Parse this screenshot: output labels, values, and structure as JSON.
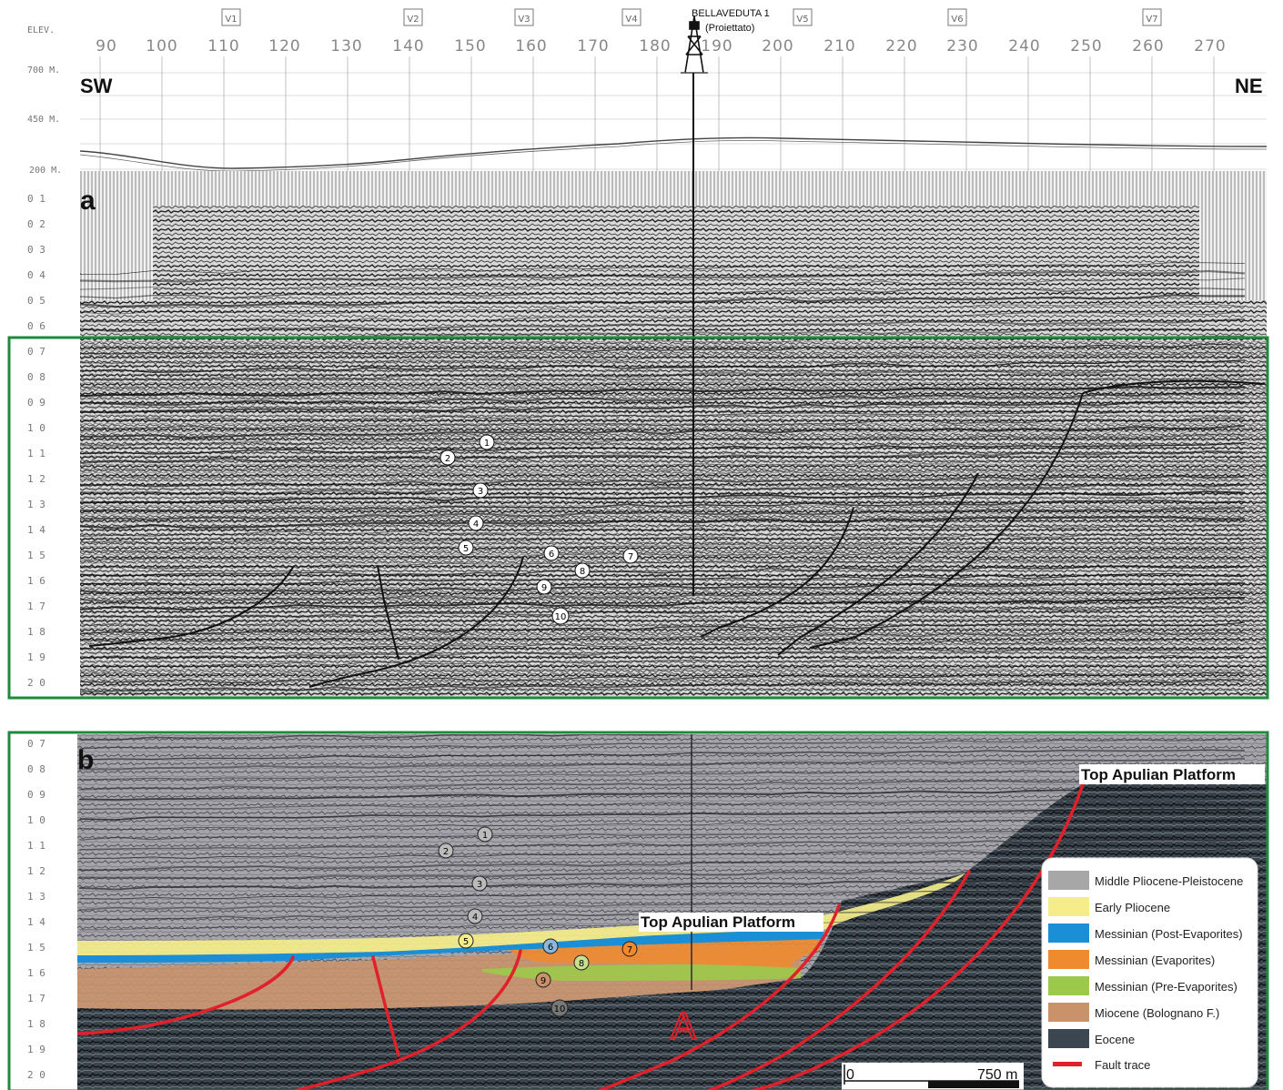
{
  "header": {
    "elev_label": "ELEV.",
    "elevations": [
      "700 M.",
      "450 M.",
      "200 M."
    ],
    "cdp_ticks": [
      "90",
      "100",
      "110",
      "120",
      "130",
      "140",
      "150",
      "160",
      "170",
      "180",
      "190",
      "200",
      "210",
      "220",
      "230",
      "240",
      "250",
      "260",
      "270"
    ],
    "station_marks": [
      "V1",
      "V2",
      "V3",
      "V4",
      "V5",
      "V6",
      "V7"
    ],
    "well_name": "BELLAVEDUTA 1",
    "well_note": "(Proiettato)",
    "sw": "SW",
    "ne": "NE"
  },
  "panel_a": {
    "label": "a",
    "time_ticks": [
      "0 1",
      "0 2",
      "0 3",
      "0 4",
      "0 5",
      "0 6",
      "0 7",
      "0 8",
      "0 9",
      "1 0",
      "1 1",
      "1 2",
      "1 3",
      "1 4",
      "1 5",
      "1 6",
      "1 7",
      "1 8",
      "1 9",
      "2 0"
    ],
    "horizon_markers": [
      "1",
      "2",
      "3",
      "4",
      "5",
      "6",
      "7",
      "8",
      "9",
      "10"
    ]
  },
  "panel_b": {
    "label": "b",
    "time_ticks": [
      "0 7",
      "0 8",
      "0 9",
      "1 0",
      "1 1",
      "1 2",
      "1 3",
      "1 4",
      "1 5",
      "1 6",
      "1 7",
      "1 8",
      "1 9",
      "2 0"
    ],
    "horizon_markers": [
      "1",
      "2",
      "3",
      "4",
      "5",
      "6",
      "7",
      "8",
      "9",
      "10"
    ],
    "labels": {
      "top_platform_right": "Top Apulian Platform",
      "top_platform_mid": "Top Apulian Platform",
      "structure_letter": "A"
    },
    "scale_bar": {
      "start": "0",
      "end": "750 m"
    },
    "legend": [
      {
        "label": "Middle Pliocene-Pleistocene",
        "color": "#a7a7a7"
      },
      {
        "label": "Early Pliocene",
        "color": "#f4ed8a"
      },
      {
        "label": "Messinian (Post-Evaporites)",
        "color": "#1a8fd6"
      },
      {
        "label": "Messinian (Evaporites)",
        "color": "#ef8a2f"
      },
      {
        "label": "Messinian (Pre-Evaporites)",
        "color": "#9cc94a"
      },
      {
        "label": "Miocene (Bolognano F.)",
        "color": "#c9926a"
      },
      {
        "label": "Eocene",
        "color": "#3c4650"
      },
      {
        "label": "Fault trace",
        "color": "#e0202a"
      }
    ]
  },
  "colors": {
    "frame": "#1f8a3a",
    "fault": "#e0202a"
  }
}
